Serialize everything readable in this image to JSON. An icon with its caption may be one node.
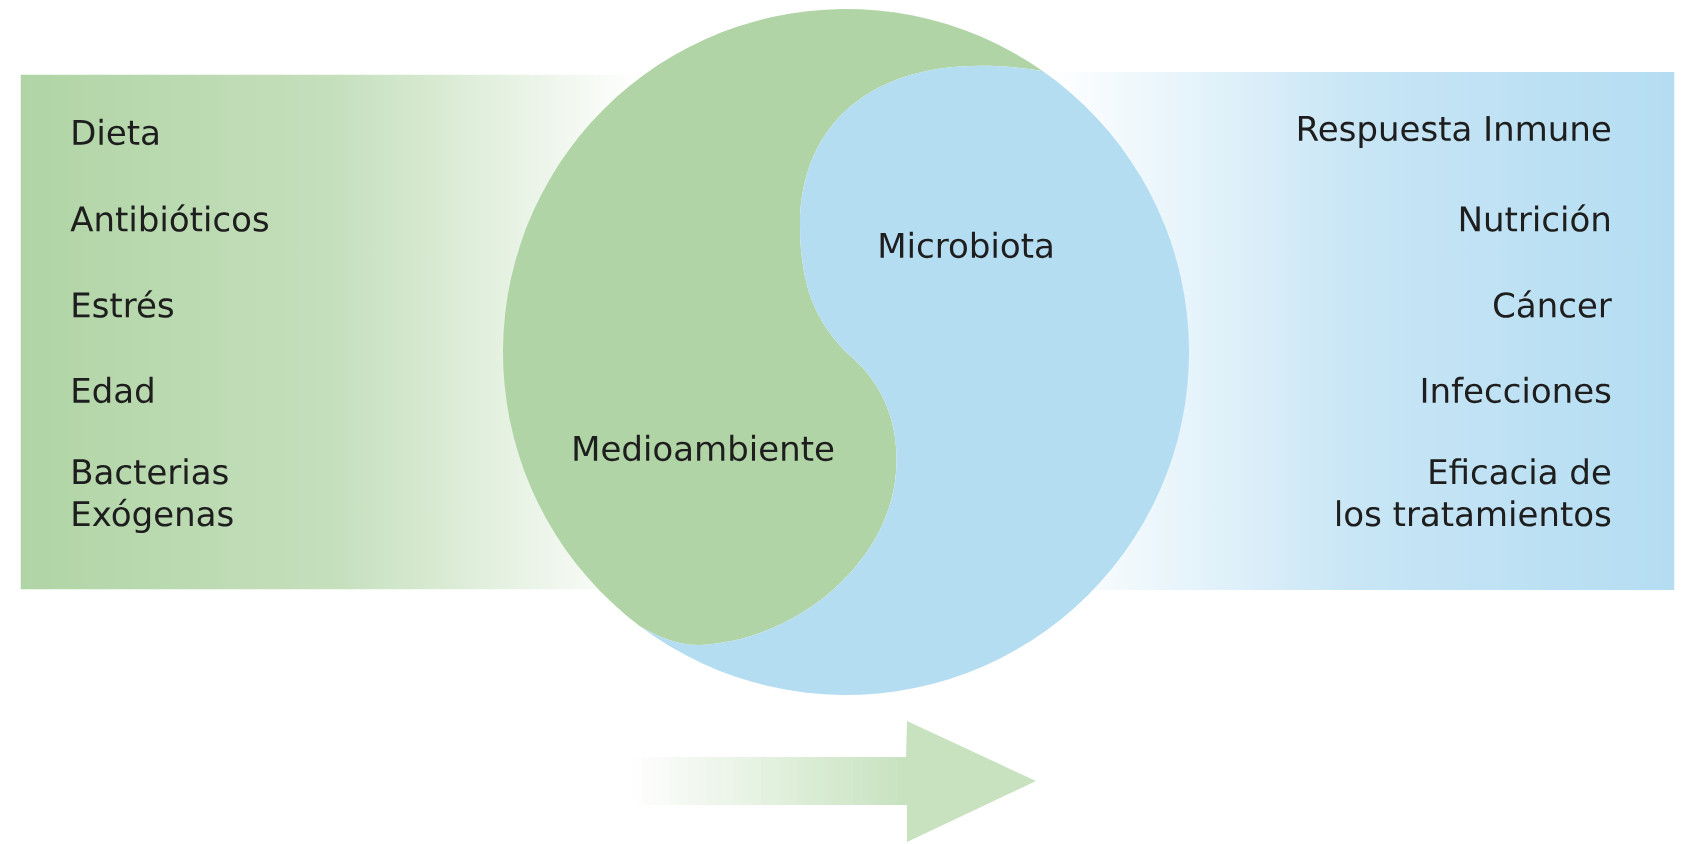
{
  "diagram": {
    "nodes": [
      {
        "text": [
          "Dieta",
          "Antibióticos",
          "Estrés",
          "Edad",
          "Bacterias Exógenas"
        ]
      },
      {
        "text": [
          "Medioambiente"
        ]
      },
      {
        "text": [
          "Microbiota"
        ]
      },
      {
        "text": [
          "Respuesta Inmune",
          "Nutrición",
          "Cáncer",
          "Infecciones",
          "Eficacia de los tratamientos"
        ]
      }
    ]
  }
}
